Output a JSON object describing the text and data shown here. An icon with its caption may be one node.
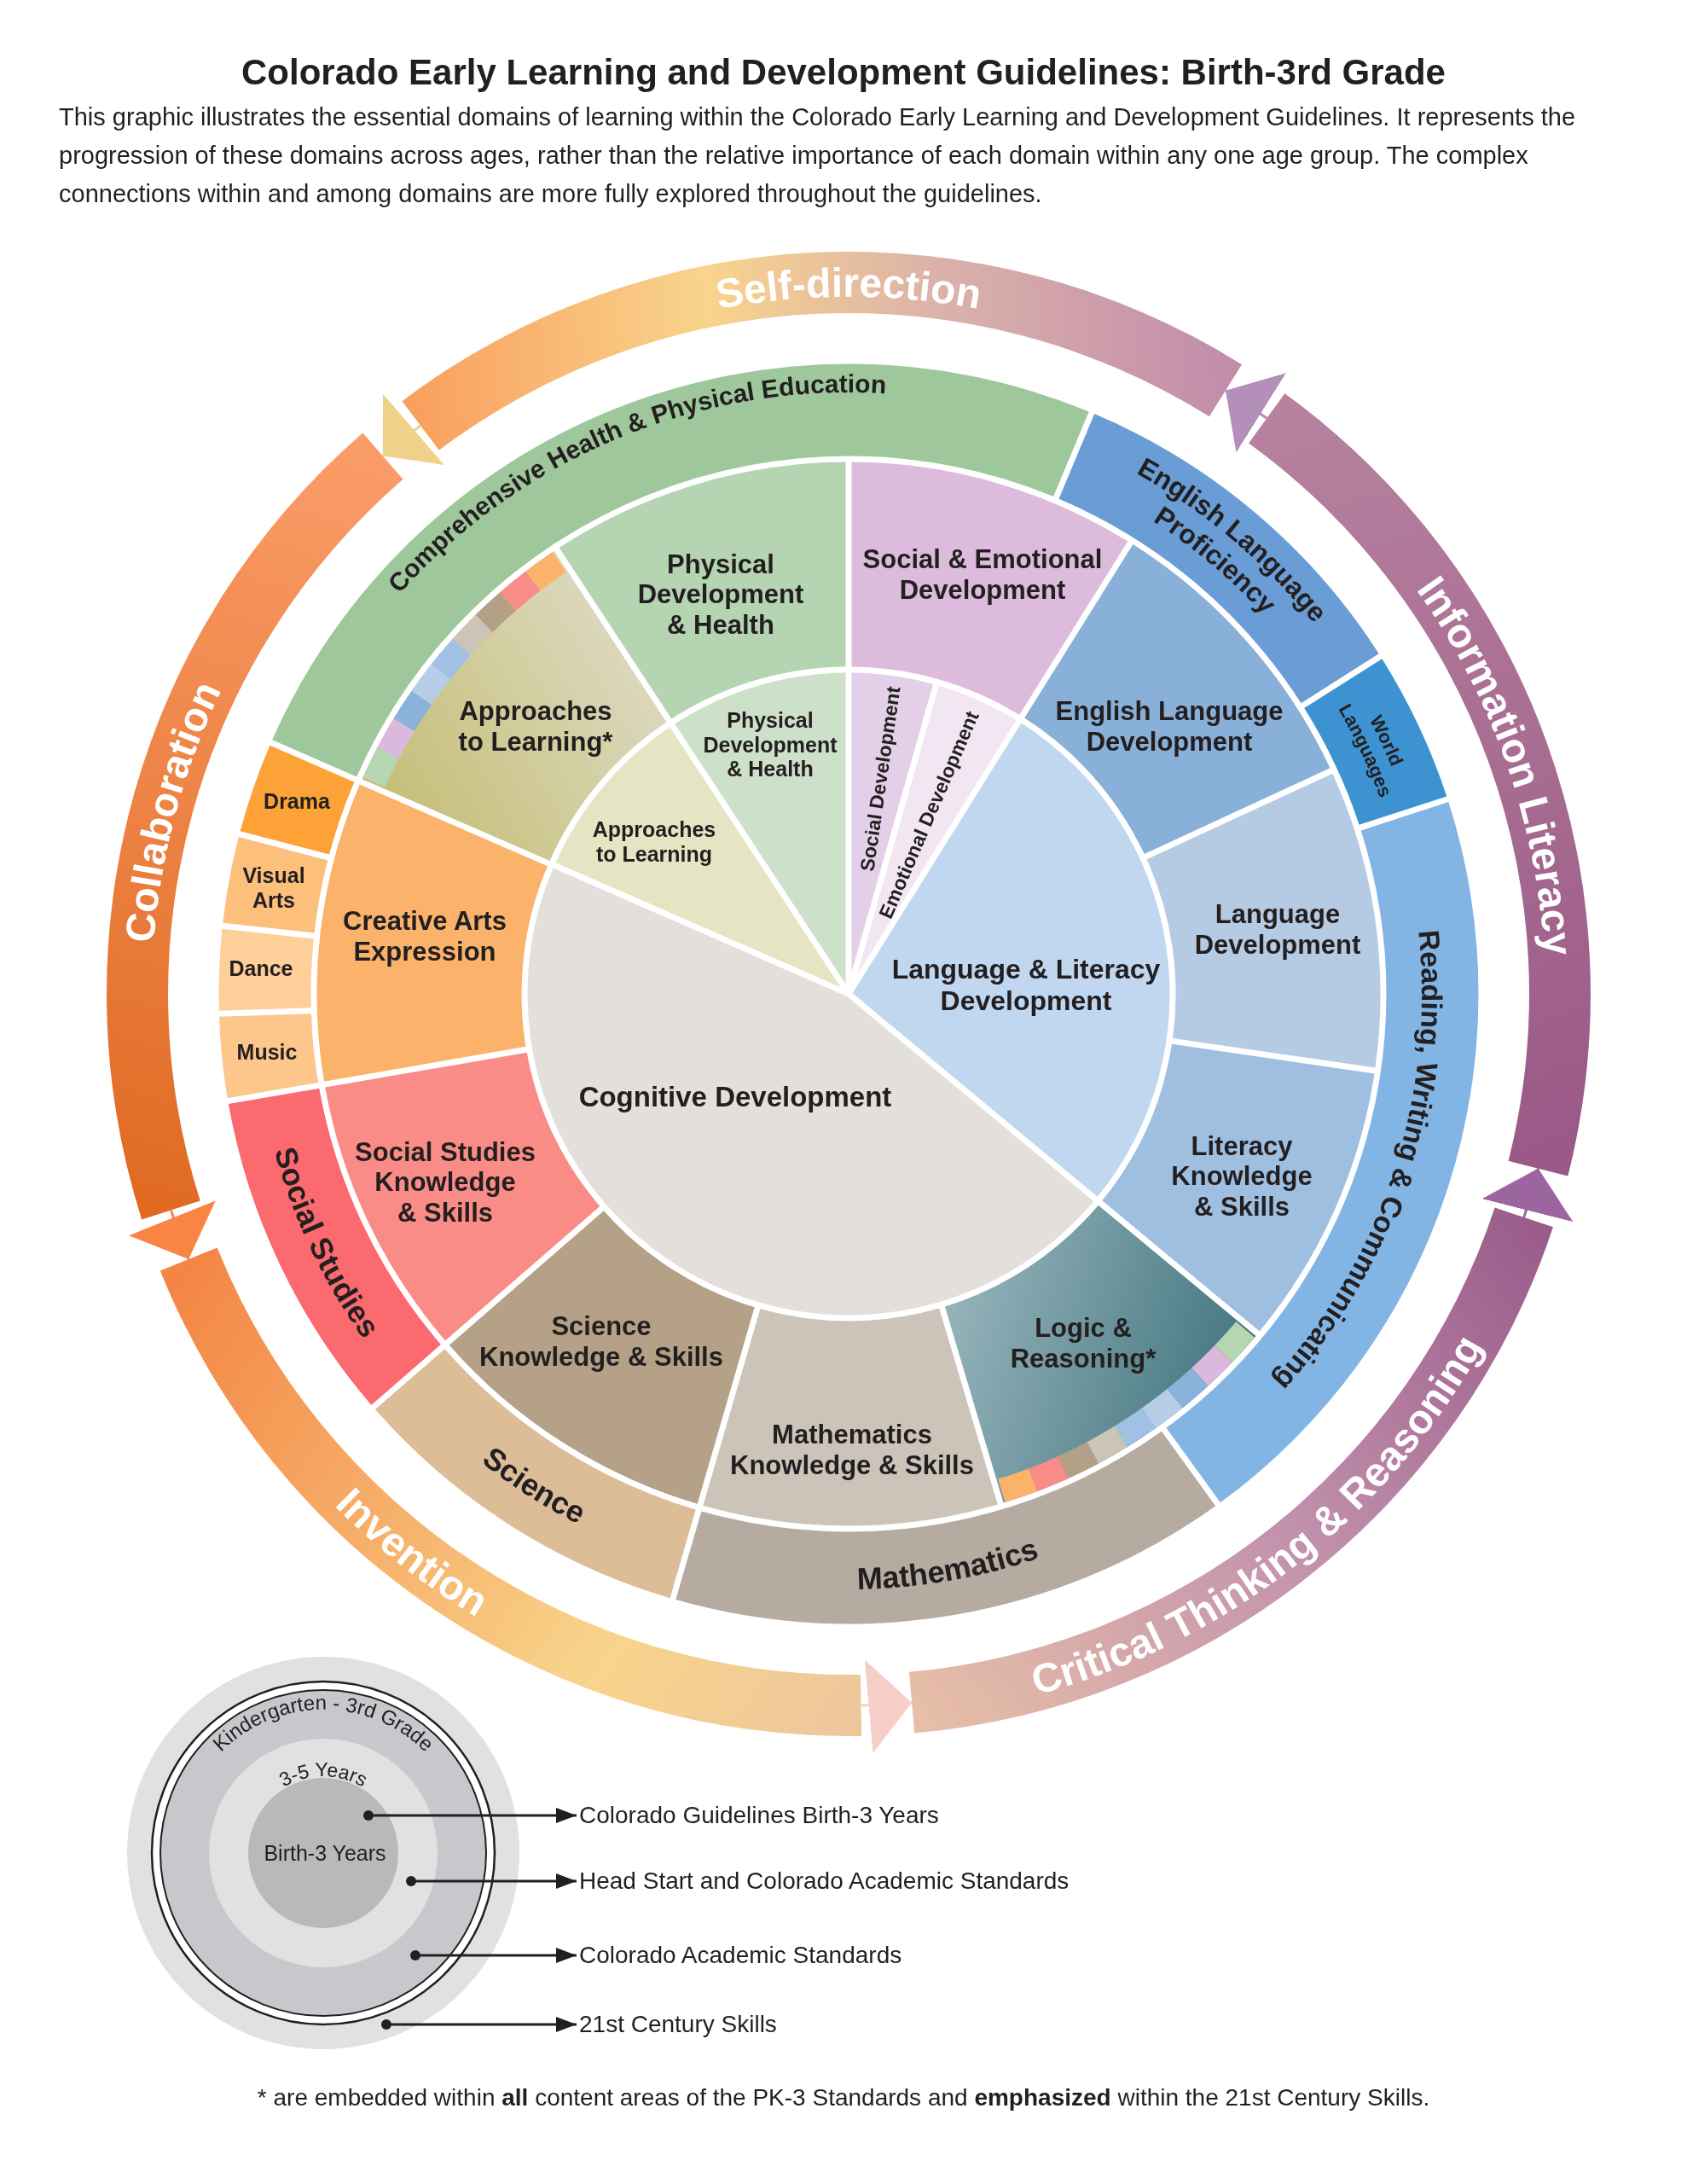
{
  "diagram": {
    "title": "Colorado Early Learning and Development Guidelines: Birth-3rd Grade",
    "caption": "This graphic illustrates the essential domains of learning within the Colorado Early Learning and Development Guidelines. It represents the progression of these domains across ages, rather than the relative importance of each domain within any one age group. The complex connections within and among domains are more fully explored throughout the guidelines.",
    "nodes": [
      {
        "text": [
          "Self-direction"
        ]
      },
      {
        "text": [
          "Information Literacy"
        ]
      },
      {
        "text": [
          "Critical Thinking & Reasoning"
        ]
      },
      {
        "text": [
          "Invention"
        ]
      },
      {
        "text": [
          "Collaboration"
        ]
      },
      {
        "text": [
          "Comprehensive Health & Physical Education"
        ]
      },
      {
        "text": [
          "English Language Proficiency"
        ]
      },
      {
        "text": [
          "World Languages"
        ]
      },
      {
        "text": [
          "Reading, Writing & Communicating"
        ]
      },
      {
        "text": [
          "Mathematics"
        ]
      },
      {
        "text": [
          "Science"
        ]
      },
      {
        "text": [
          "Social Studies"
        ]
      },
      {
        "text": [
          "Music"
        ]
      },
      {
        "text": [
          "Dance"
        ]
      },
      {
        "text": [
          "Visual Arts"
        ]
      },
      {
        "text": [
          "Drama"
        ]
      },
      {
        "text": [
          "Physical Development & Health"
        ]
      },
      {
        "text": [
          "Social & Emotional Development"
        ]
      },
      {
        "text": [
          "English Language Development"
        ]
      },
      {
        "text": [
          "Language Development"
        ]
      },
      {
        "text": [
          "Literacy Knowledge & Skills"
        ]
      },
      {
        "text": [
          "Logic & Reasoning*"
        ]
      },
      {
        "text": [
          "Mathematics Knowledge & Skills"
        ]
      },
      {
        "text": [
          "Science Knowledge & Skills"
        ]
      },
      {
        "text": [
          "Social Studies Knowledge & Skills"
        ]
      },
      {
        "text": [
          "Creative Arts Expression"
        ]
      },
      {
        "text": [
          "Approaches to Learning*"
        ]
      },
      {
        "text": [
          "Physical Development & Health"
        ]
      },
      {
        "text": [
          "Social Development"
        ]
      },
      {
        "text": [
          "Emotional Development"
        ]
      },
      {
        "text": [
          "Language & Literacy Development"
        ]
      },
      {
        "text": [
          "Cognitive Development"
        ]
      },
      {
        "text": [
          "Approaches to Learning"
        ]
      },
      {
        "text": [],
        "shape": "circle"
      },
      {
        "text": [
          "Kindergarten - 3rd Grade"
        ],
        "in": 33
      },
      {
        "text": [
          "3-5 Years"
        ],
        "in": 34
      },
      {
        "text": [
          "Birth-3 Years"
        ],
        "in": 35
      },
      {
        "text": [
          "Colorado Guidelines Birth-3 Years"
        ]
      },
      {
        "text": [
          "Head Start and Colorado Academic Standards"
        ]
      },
      {
        "text": [
          "Colorado Academic Standards"
        ]
      },
      {
        "text": [
          "21st Century Skills"
        ]
      }
    ],
    "edges": [
      {
        "from": 0,
        "to": 4,
        "arrow": "to",
        "color": "#eed28a"
      },
      {
        "from": 4,
        "to": 3,
        "arrow": "to",
        "color": "#fa8444"
      },
      {
        "from": 3,
        "to": 2,
        "arrow": "to",
        "color": "#f7cec7"
      },
      {
        "from": 2,
        "to": 1,
        "arrow": "to",
        "color": "#9d65a0"
      },
      {
        "from": 1,
        "to": 0,
        "arrow": "to",
        "color": "#b48fba"
      },
      {
        "from": 36,
        "to": 37,
        "arrow": "to"
      },
      {
        "from": 35,
        "to": 38,
        "arrow": "to"
      },
      {
        "from": 34,
        "to": 39,
        "arrow": "to"
      },
      {
        "from": 33,
        "to": 40,
        "arrow": "to"
      }
    ],
    "labels": [
      "* are embedded within **all** content areas of the PK-3 Standards and **emphasized** within the 21st Century Skills."
    ]
  }
}
